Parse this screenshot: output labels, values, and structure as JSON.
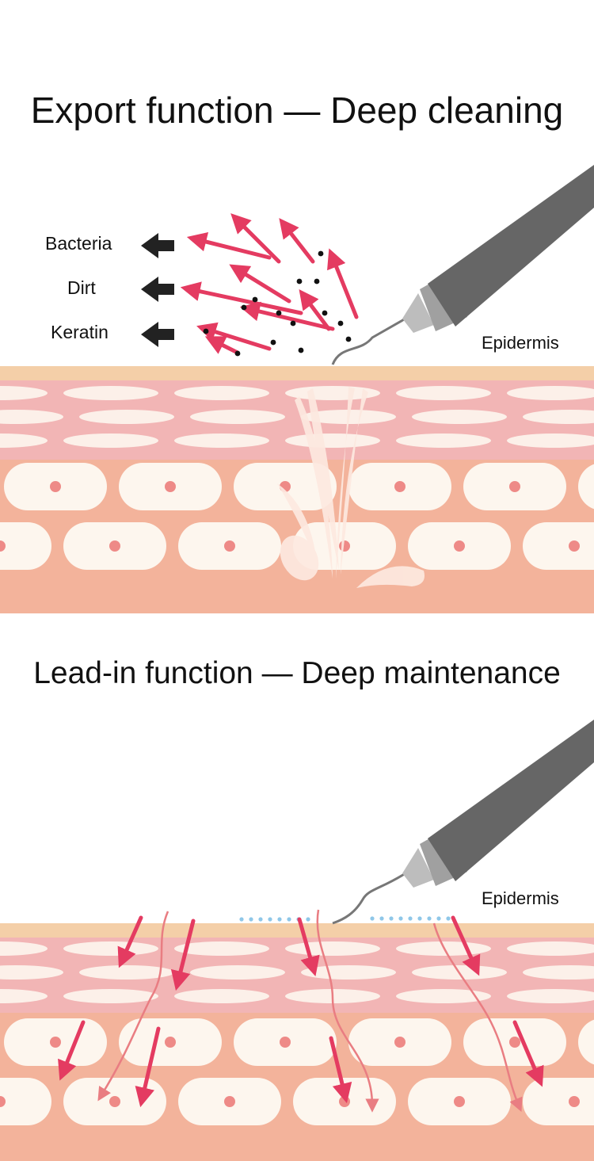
{
  "sections": {
    "export": {
      "title": "Export function — Deep cleaning",
      "labels": [
        "Bacteria",
        "Dirt",
        "Keratin"
      ],
      "layer_label": "Epidermis"
    },
    "leadin": {
      "title": "Lead-in function — Deep maintenance",
      "layer_label": "Epidermis"
    }
  },
  "colors": {
    "arrow": "#e43b61",
    "arrow_light": "#e97d82",
    "upper_skin": "#f2b5b5",
    "lower_skin": "#f3b39b",
    "cell": "#fdf6ee",
    "nucleus": "#ee8a87",
    "surface": "#f4cfa8",
    "device": "#666666"
  },
  "icons": [
    "black-arrow-icon",
    "red-arrow-icon",
    "probe-icon",
    "dirt-particle-icon"
  ]
}
